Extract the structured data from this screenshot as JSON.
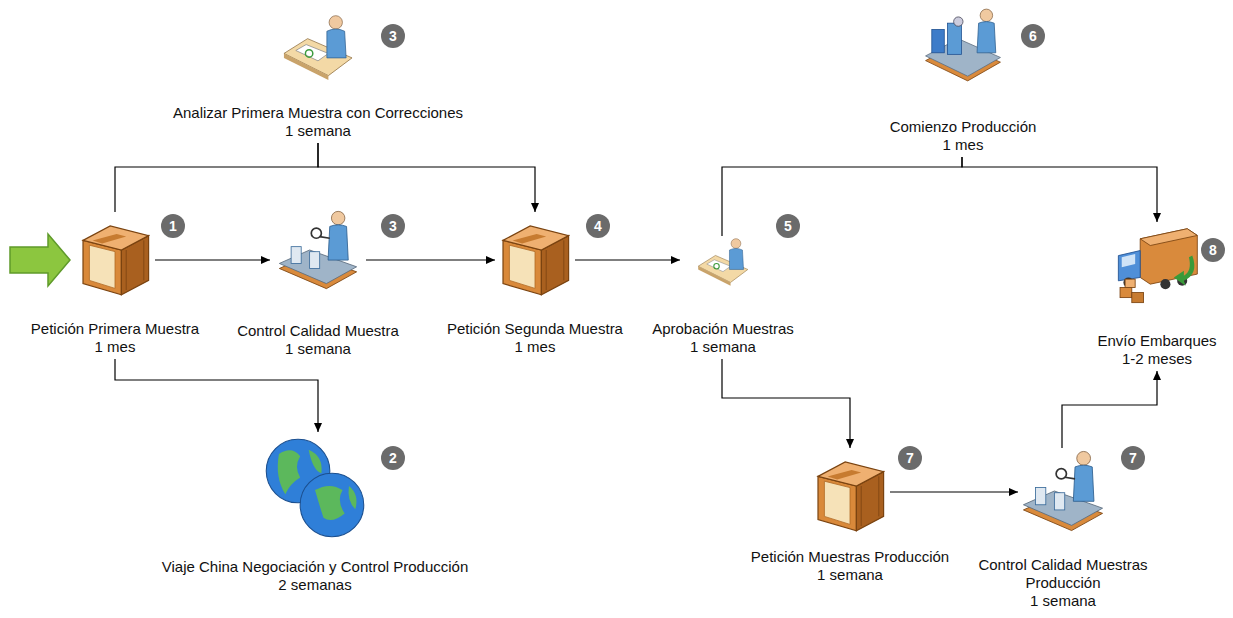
{
  "diagram": {
    "nodes": [
      {
        "text": [
          "Petición Primera Muestra",
          "1 mes"
        ]
      },
      {
        "text": [
          "Analizar Primera Muestra con Correcciones",
          "1 semana"
        ]
      },
      {
        "text": [
          "Control Calidad Muestra",
          "1 semana"
        ]
      },
      {
        "text": [
          "Viaje China Negociación y Control Producción",
          "2 semanas"
        ]
      },
      {
        "text": [
          "Petición Segunda Muestra",
          "1 mes"
        ]
      },
      {
        "text": [
          "Aprobación Muestras",
          "1 semana"
        ]
      },
      {
        "text": [
          "Comienzo Producción",
          "1 mes"
        ]
      },
      {
        "text": [
          "Envío Embarques",
          "1-2 meses"
        ]
      },
      {
        "text": [
          "Petición Muestras Producción",
          "1 semana"
        ]
      },
      {
        "text": [
          "Control Calidad Muestras Producción",
          "1 semana"
        ]
      }
    ],
    "edges": [
      {
        "from": 0,
        "to": 2,
        "arrow": "to"
      },
      {
        "from": 2,
        "to": 4,
        "arrow": "to"
      },
      {
        "from": 0,
        "to": 1,
        "arrow": "none"
      },
      {
        "from": 1,
        "to": 4,
        "arrow": "to"
      },
      {
        "from": 0,
        "to": 3,
        "arrow": "to"
      },
      {
        "from": 4,
        "to": 5,
        "arrow": "to"
      },
      {
        "from": 5,
        "to": 6,
        "arrow": "none"
      },
      {
        "from": 6,
        "to": 7,
        "arrow": "to"
      },
      {
        "from": 5,
        "to": 8,
        "arrow": "to"
      },
      {
        "from": 8,
        "to": 9,
        "arrow": "to"
      },
      {
        "from": 9,
        "to": 7,
        "arrow": "to"
      }
    ],
    "labels": [
      "1",
      "3",
      "3",
      "2",
      "4",
      "5",
      "6",
      "7",
      "7",
      "8"
    ]
  }
}
